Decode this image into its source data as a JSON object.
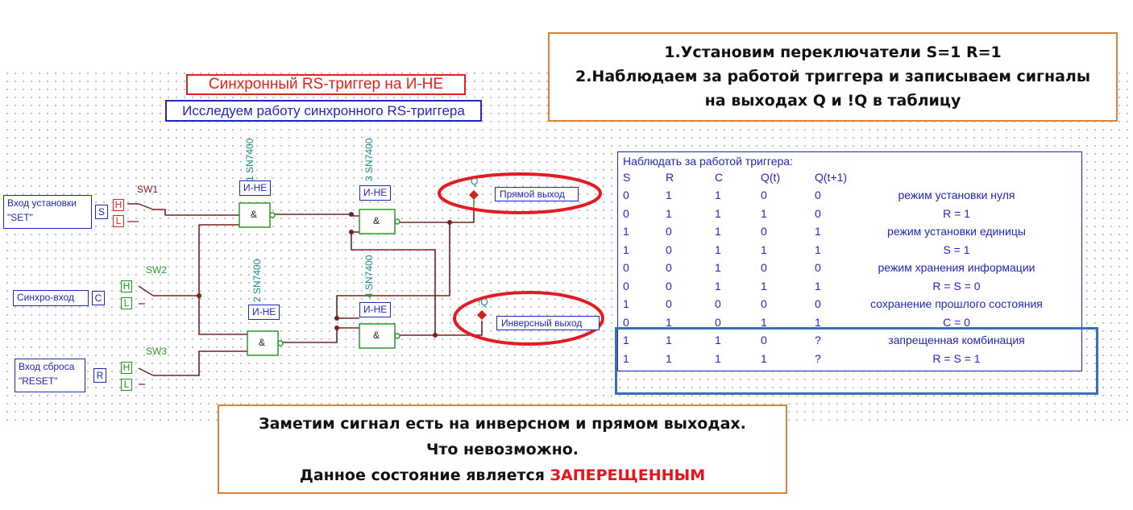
{
  "top_note": {
    "line1": "1.Установим переключатели S=1 R=1",
    "line2": "2.Наблюдаем за работой триггера и записываем сигналы",
    "line3": "на выходах Q и !Q в таблицу"
  },
  "bottom_note": {
    "line1": "Заметим сигнал есть на инверсном и прямом выходах.",
    "line2": "Что невозможно.",
    "line3_prefix": "Данное состояние является ",
    "line3_highlight": "ЗАПЕРЕЩЕННЫМ"
  },
  "circuit": {
    "title": "Синхронный RS-триггер на И-НЕ",
    "subtitle": "Исследуем работу синхронного RS-триггера",
    "inputs": [
      {
        "label_line1": "Вход установки",
        "label_line2": "\"SET\"",
        "signal": "S",
        "switch": "SW1"
      },
      {
        "label_line1": "Синхро-вход",
        "label_line2": "",
        "signal": "C",
        "switch": "SW2"
      },
      {
        "label_line1": "Вход сброса",
        "label_line2": "\"RESET\"",
        "signal": "R",
        "switch": "SW3"
      }
    ],
    "switch_high": "H",
    "switch_low": "L",
    "gate_type": "И-НЕ",
    "gate_symbol": "&",
    "chips": [
      "1 SN7400",
      "3 SN7400",
      "2 SN7400",
      "4 SN7400"
    ],
    "outputs": [
      {
        "pin": "Q",
        "label": "Прямой выход"
      },
      {
        "pin": "!Q",
        "label": "Инверсный выход"
      }
    ],
    "colors": {
      "wire": "#7a1f1f",
      "high": "#e82020",
      "low": "#12a012",
      "label": "#2026c0",
      "chip": "#1a8a8a",
      "highlight": "#e31b23"
    }
  },
  "truth_table": {
    "title": "Наблюдать за работой триггера:",
    "headers": [
      "S",
      "R",
      "C",
      "Q(t)",
      "Q(t+1)"
    ],
    "rows": [
      {
        "cells": [
          "0",
          "1",
          "1",
          "0",
          "0"
        ],
        "note": "режим установки нуля"
      },
      {
        "cells": [
          "0",
          "1",
          "1",
          "1",
          "0"
        ],
        "note": "R = 1"
      },
      {
        "cells": [
          "1",
          "0",
          "1",
          "0",
          "1"
        ],
        "note": "режим установки единицы"
      },
      {
        "cells": [
          "1",
          "0",
          "1",
          "1",
          "1"
        ],
        "note": "S = 1"
      },
      {
        "cells": [
          "0",
          "0",
          "1",
          "0",
          "0"
        ],
        "note": "режим хранения информации"
      },
      {
        "cells": [
          "0",
          "0",
          "1",
          "1",
          "1"
        ],
        "note": "R = S = 0"
      },
      {
        "cells": [
          "1",
          "0",
          "0",
          "0",
          "0"
        ],
        "note": "сохранение прошлого состояния"
      },
      {
        "cells": [
          "0",
          "1",
          "0",
          "1",
          "1"
        ],
        "note": "C = 0"
      },
      {
        "cells": [
          "1",
          "1",
          "1",
          "0",
          "?"
        ],
        "note": "запрещенная комбинация"
      },
      {
        "cells": [
          "1",
          "1",
          "1",
          "1",
          "?"
        ],
        "note": "R = S = 1"
      }
    ]
  }
}
